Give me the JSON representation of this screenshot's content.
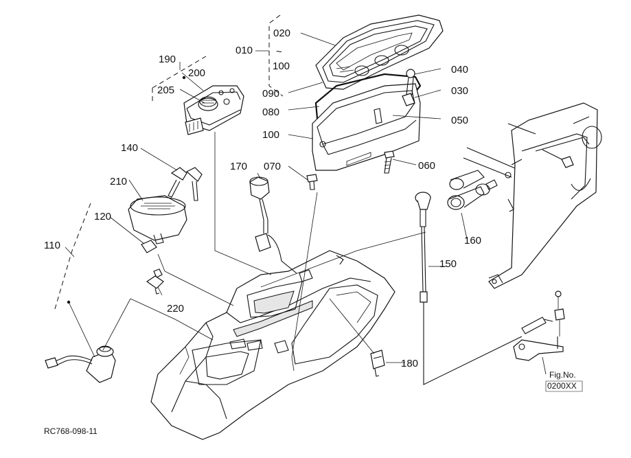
{
  "labels": {
    "p010": "010",
    "p020": "020",
    "tilde": "~",
    "p100a": "100",
    "p040": "040",
    "p030": "030",
    "p050": "050",
    "p060": "060",
    "p070": "070",
    "p080": "080",
    "p090": "090",
    "p100b": "100",
    "p190": "190",
    "p200": "200",
    "p205": "205",
    "p140": "140",
    "p170": "170",
    "p210": "210",
    "p120": "120",
    "p110": "110",
    "p220": "220",
    "p150": "150",
    "p160": "160",
    "p180": "180"
  },
  "figure_ref": {
    "title": "Fig.No.",
    "number": "0200XX"
  },
  "drawing_code": "RC768-098-11"
}
